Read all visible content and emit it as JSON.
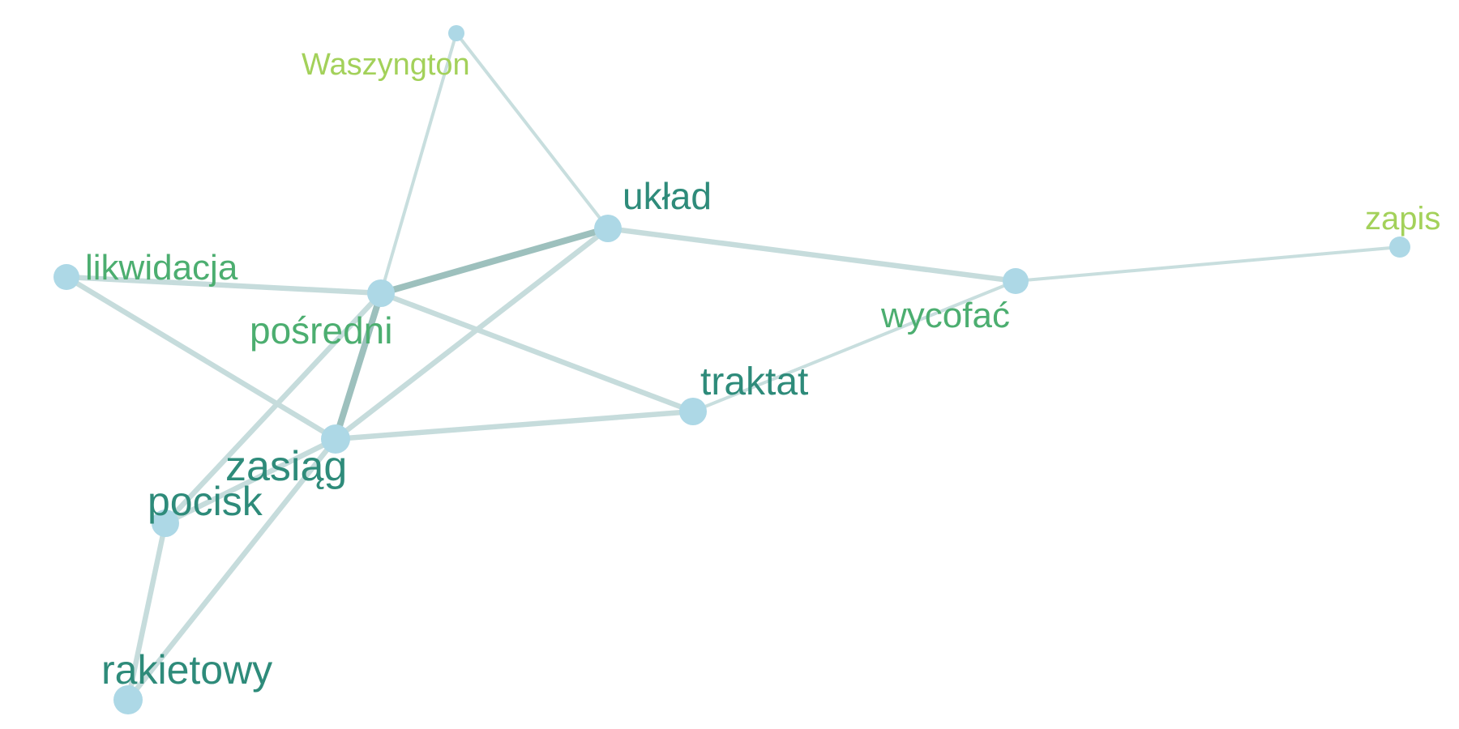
{
  "graph": {
    "colors": {
      "node_fill": "#add8e6",
      "edge": "#a9c9c9",
      "label_dark": "#2e8b7a",
      "label_mid": "#4cae70",
      "label_light": "#a3d15a",
      "background": "#ffffff"
    },
    "nodes": [
      {
        "id": "waszyngton",
        "label": "Waszyngton",
        "tone": "light"
      },
      {
        "id": "uklad",
        "label": "układ",
        "tone": "dark"
      },
      {
        "id": "zapis",
        "label": "zapis",
        "tone": "light"
      },
      {
        "id": "likwidacja",
        "label": "likwidacja",
        "tone": "mid"
      },
      {
        "id": "posredni",
        "label": "pośredni",
        "tone": "mid"
      },
      {
        "id": "wycofac",
        "label": "wycofać",
        "tone": "mid"
      },
      {
        "id": "traktat",
        "label": "traktat",
        "tone": "dark"
      },
      {
        "id": "zasieg",
        "label": "zasiąg",
        "tone": "dark"
      },
      {
        "id": "pocisk",
        "label": "pocisk",
        "tone": "dark"
      },
      {
        "id": "rakietowy",
        "label": "rakietowy",
        "tone": "dark"
      }
    ],
    "edges": [
      {
        "source": "waszyngton",
        "target": "posredni",
        "strength": "weak"
      },
      {
        "source": "waszyngton",
        "target": "uklad",
        "strength": "weak"
      },
      {
        "source": "uklad",
        "target": "posredni",
        "strength": "strong"
      },
      {
        "source": "uklad",
        "target": "wycofac",
        "strength": "medium"
      },
      {
        "source": "uklad",
        "target": "zasieg",
        "strength": "medium"
      },
      {
        "source": "wycofac",
        "target": "zapis",
        "strength": "weak"
      },
      {
        "source": "wycofac",
        "target": "traktat",
        "strength": "weak"
      },
      {
        "source": "likwidacja",
        "target": "posredni",
        "strength": "medium"
      },
      {
        "source": "likwidacja",
        "target": "zasieg",
        "strength": "medium"
      },
      {
        "source": "posredni",
        "target": "traktat",
        "strength": "medium"
      },
      {
        "source": "posredni",
        "target": "zasieg",
        "strength": "strong"
      },
      {
        "source": "posredni",
        "target": "pocisk",
        "strength": "medium"
      },
      {
        "source": "zasieg",
        "target": "traktat",
        "strength": "medium"
      },
      {
        "source": "zasieg",
        "target": "pocisk",
        "strength": "medium"
      },
      {
        "source": "zasieg",
        "target": "rakietowy",
        "strength": "medium"
      },
      {
        "source": "pocisk",
        "target": "rakietowy",
        "strength": "medium"
      }
    ]
  }
}
